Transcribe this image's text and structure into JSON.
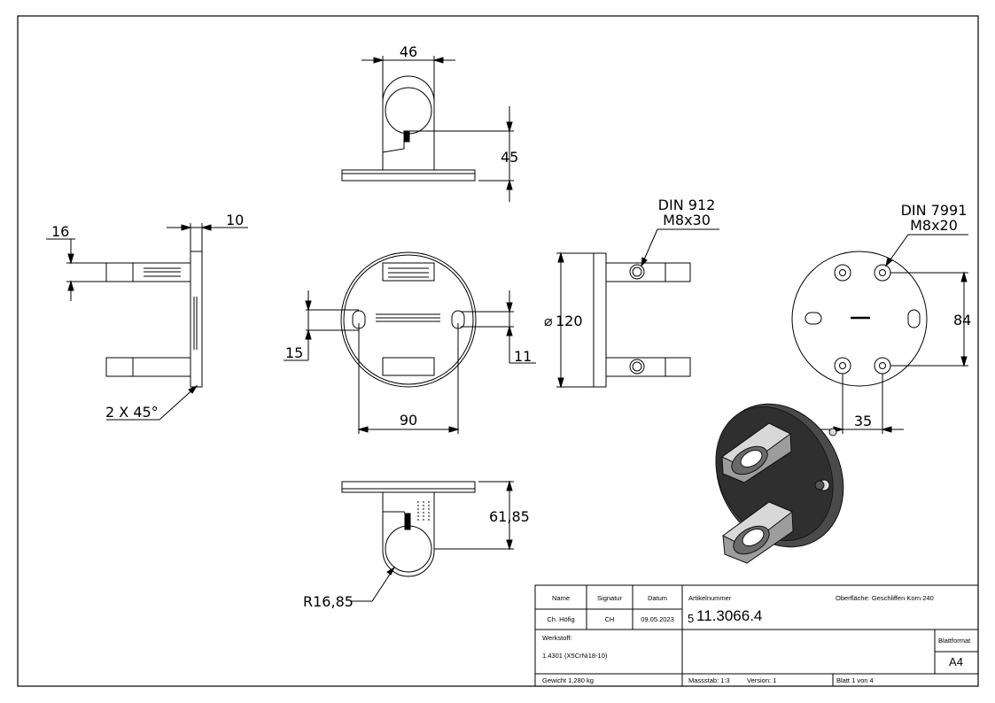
{
  "dimensions": {
    "top_width": "46",
    "top_height": "45",
    "side_16": "16",
    "side_10": "10",
    "chamfer": "2 X 45°",
    "slot_15": "15",
    "slot_11": "11",
    "hole_spacing": "90",
    "diameter": "120",
    "screw_label_1": "DIN 912",
    "screw_label_2": "M8x30",
    "screw2_label_1": "DIN 7991",
    "screw2_label_2": "M8x20",
    "vert_84": "84",
    "horiz_35": "35",
    "bottom_height": "61,85",
    "radius": "R16,85"
  },
  "title_block": {
    "h_name": "Name",
    "h_signatur": "Signatur",
    "h_datum": "Datum",
    "name": "Ch. Höfig",
    "signatur": "CH",
    "datum": "09.05.2023",
    "artikel_label": "Artikelnummer",
    "artikel_prefix": "5",
    "artikel_number": "11.3066.4",
    "oberflaeche": "Oberfläche:  Geschliffen Korn 240",
    "werkstoff_label": "Werkstoff:",
    "werkstoff": "1.4301 (X5CrNi18-10)",
    "blattformat_label": "Blattformat",
    "blattformat": "A4",
    "gewicht": "Gewicht 1,280 kg",
    "massstab": "Massstab: 1:3",
    "version": "Version: 1",
    "blatt": "Blatt 1 von 4"
  }
}
